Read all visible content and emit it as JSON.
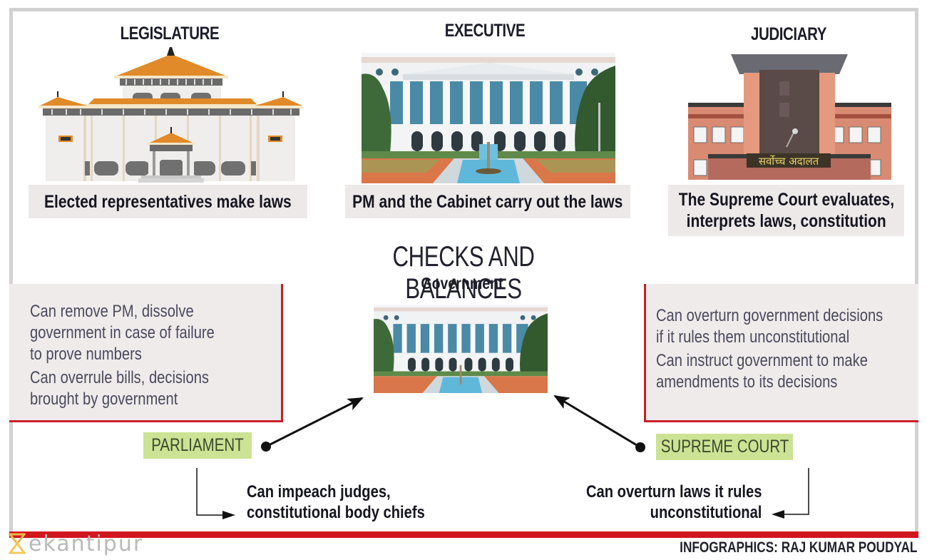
{
  "branches": {
    "legislature": {
      "title": "LEGISLATURE",
      "caption": "Elected representatives make laws",
      "image": "parliament-building-illustration"
    },
    "executive": {
      "title": "EXECUTIVE",
      "caption": "PM and the Cabinet carry out the laws",
      "image": "singha-durbar-photo"
    },
    "judiciary": {
      "title": "JUDICIARY",
      "caption_lines": [
        "The Supreme Court evaluates,",
        "interprets laws, constitution"
      ],
      "image": "supreme-court-photo",
      "sign_text": "सर्वोच्च अदालत"
    }
  },
  "checks": {
    "title": "CHECKS AND BALANCES",
    "center_label": "Government",
    "parliament": {
      "tag": "PARLIAMENT",
      "powers_over_government": [
        [
          "Can remove PM, dissolve",
          "government in case of failure",
          "to prove numbers"
        ],
        [
          "Can overrule bills, decisions",
          "brought by government"
        ]
      ],
      "power_over_judiciary": [
        "Can impeach judges,",
        "constitutional body chiefs"
      ]
    },
    "supreme_court": {
      "tag": "SUPREME COURT",
      "powers_over_government": [
        [
          "Can overturn government decisions",
          "if it rules them unconstitutional"
        ],
        [
          "Can instruct government to make",
          "amendments to its decisions"
        ]
      ],
      "power_over_legislature": [
        "Can overturn laws it rules",
        "unconstitutional"
      ]
    }
  },
  "footer": {
    "logo": "ekantipur",
    "credit": "INFOGRAPHICS: RAJ KUMAR POUDYAL"
  },
  "colors": {
    "accent_red": "#d0161f",
    "tag_green": "#cce294",
    "box_gray": "#efebeb",
    "roof_orange": "#e08a2a"
  }
}
